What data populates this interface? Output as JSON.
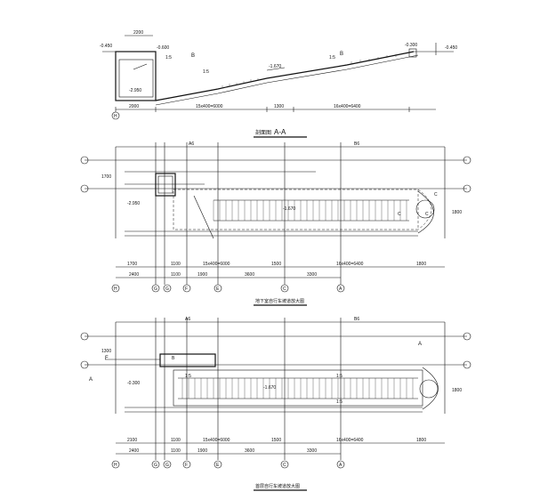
{
  "section": {
    "title": "剖面图",
    "title_suffix": "A-A",
    "levels": {
      "left_top": "-0.450",
      "left_box": "-0.600",
      "right_mid": "-0.300",
      "right_end": "-0.450",
      "mid": "-1.670",
      "bottom": "-2.950"
    },
    "slopes": [
      "1:5",
      "1:5",
      "1:5"
    ],
    "top_dim": "2200",
    "dims": [
      "2000",
      "15x400=6000",
      "1300",
      "16x400=6400"
    ],
    "room_mark": "B",
    "axis": "H"
  },
  "plan1": {
    "title": "地下室自行车坡道放大图",
    "level_left": "-2.950",
    "level_mid": "-1.670",
    "sub_labels": [
      "C",
      "C",
      "C"
    ],
    "seg_labels": [
      "A6",
      "B6"
    ],
    "dims_row1": [
      "1700",
      "1100",
      "15x400=6000",
      "1500",
      "16x400=6400",
      "1800"
    ],
    "dims_row2": [
      "2400",
      "1100",
      "1900",
      "3600",
      "3300"
    ],
    "axes": [
      "H",
      "G",
      "G",
      "F",
      "E",
      "C",
      "A"
    ],
    "side_dims": [
      "1700",
      "1800"
    ]
  },
  "plan2": {
    "title": "首层自行车坡道放大图",
    "level_left": "-0.300",
    "level_mid": "-1.670",
    "mark_A": "A",
    "mark_F": "F",
    "mark_B": "B",
    "slope_labels": [
      "1:5",
      "1:5",
      "1:5"
    ],
    "seg_labels": [
      "A6",
      "B6"
    ],
    "dims_row1": [
      "2100",
      "1100",
      "15x400=6000",
      "1500",
      "16x400=6400",
      "1800"
    ],
    "dims_row2": [
      "2400",
      "1100",
      "1900",
      "3600",
      "3300"
    ],
    "axes": [
      "H",
      "G",
      "G",
      "F",
      "E",
      "C",
      "A"
    ],
    "side_dims": [
      "1300",
      "1800"
    ]
  }
}
